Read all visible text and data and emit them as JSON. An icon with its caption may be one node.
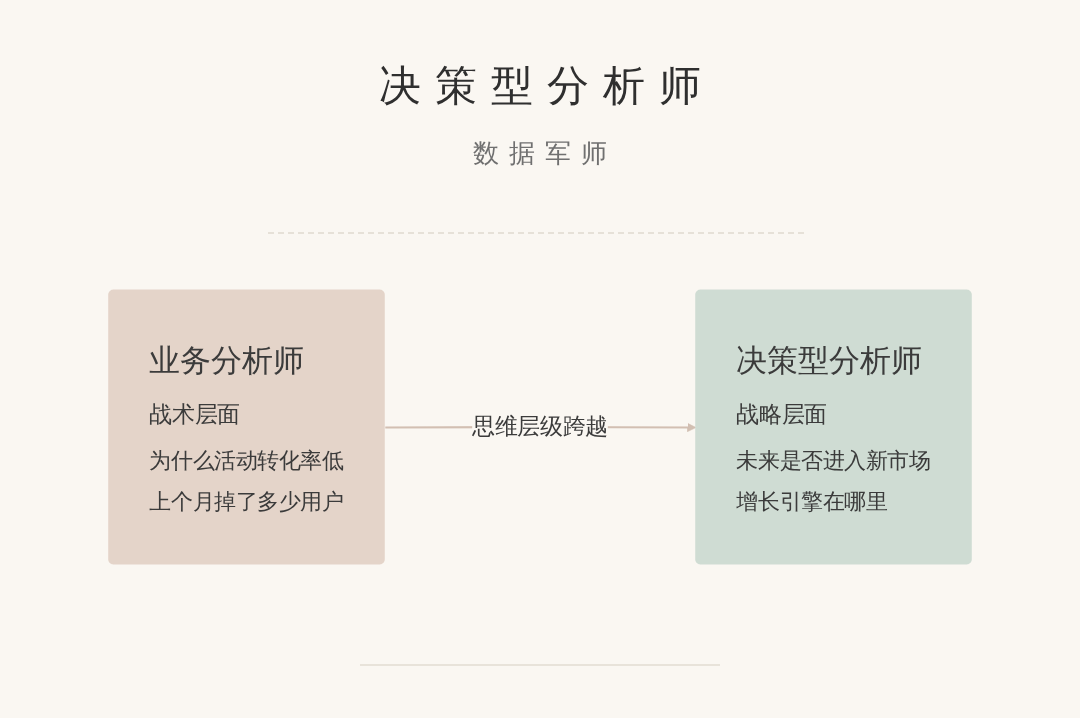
{
  "diagram": {
    "title": "决策型分析师",
    "nodes": [
      {
        "text": [
          "业务分析师",
          "战术层面",
          "为什么活动转化率低",
          "上个月掉了多少用户"
        ]
      },
      {
        "text": [
          "决策型分析师",
          "战略层面",
          "未来是否进入新市场",
          "增长引擎在哪里"
        ]
      }
    ],
    "edges": [
      {
        "from": 0,
        "to": 1,
        "arrow": "to",
        "label": "思维层级跨越"
      }
    ],
    "labels": [
      "数据军师"
    ]
  }
}
